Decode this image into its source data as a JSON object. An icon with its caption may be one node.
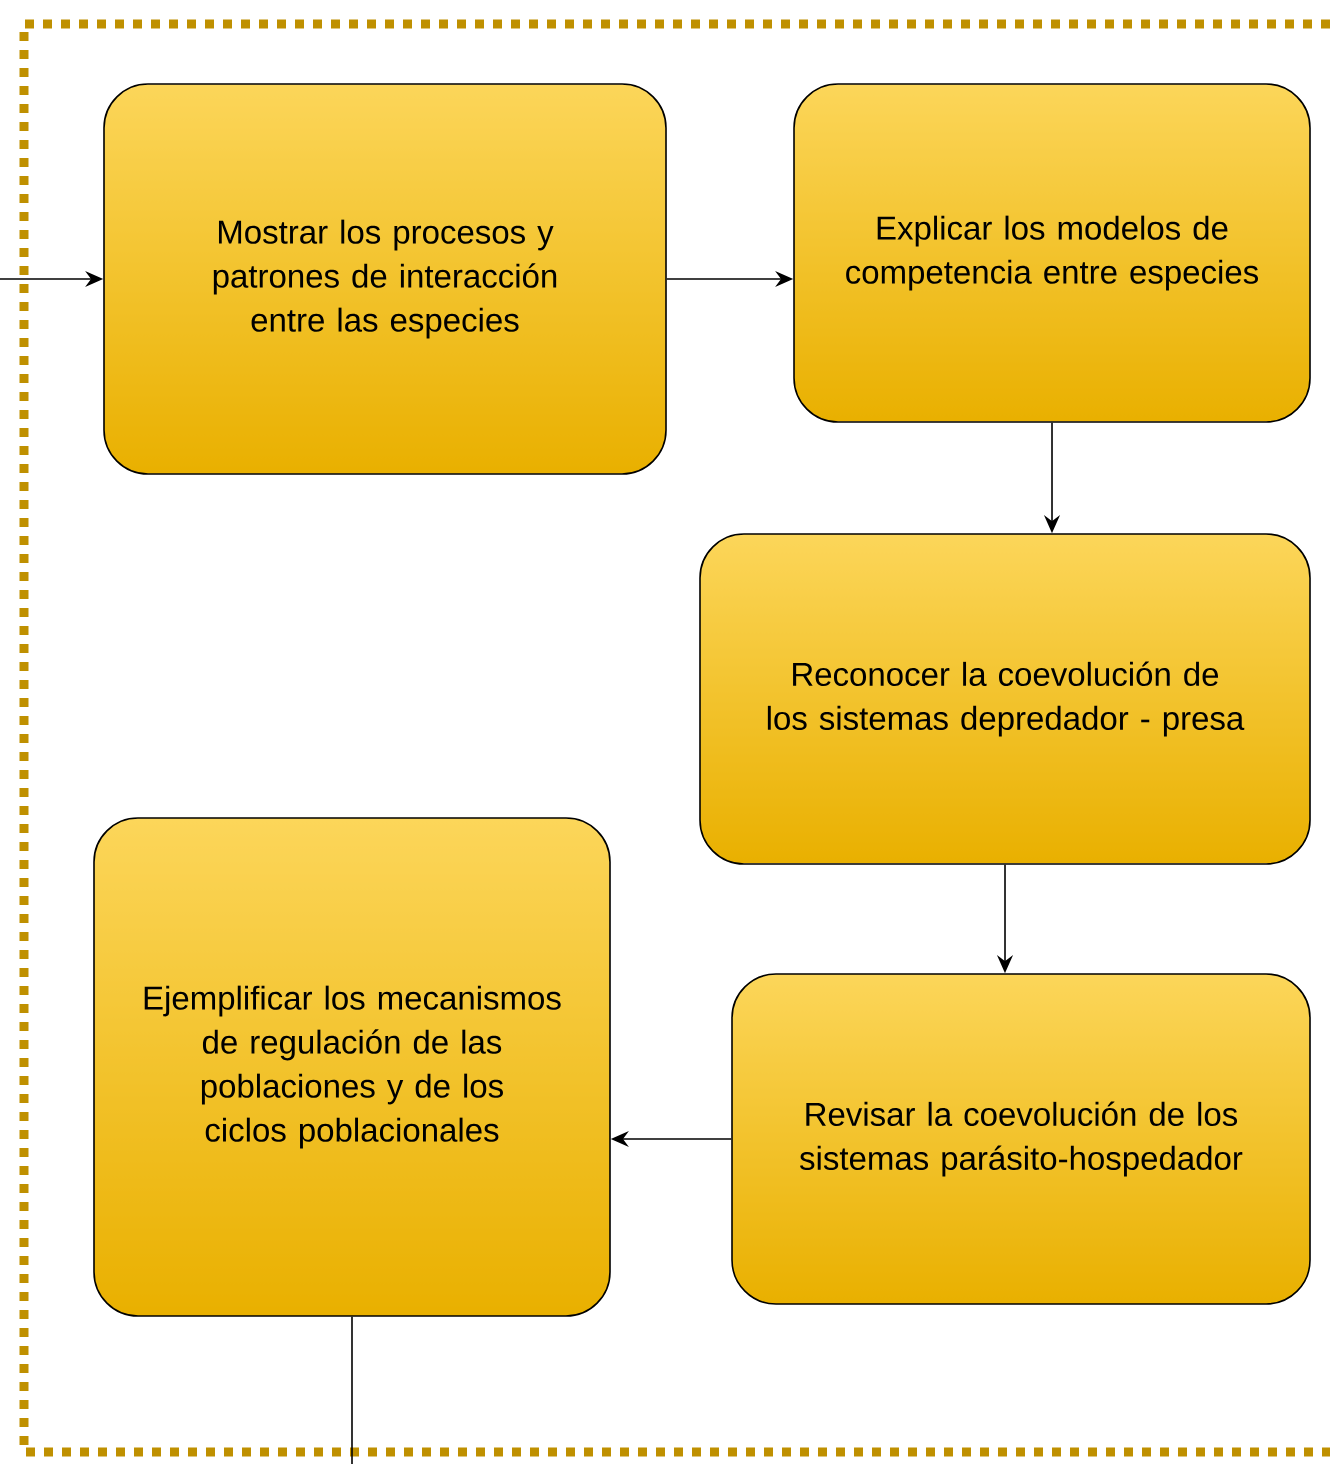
{
  "diagram": {
    "nodes": [
      {
        "text": [
          "Mostrar los procesos y patrones de interacción entre las especies"
        ]
      },
      {
        "text": [
          "Explicar los modelos de competencia entre especies"
        ]
      },
      {
        "text": [
          "Reconocer la coevolución de los sistemas depredador - presa"
        ]
      },
      {
        "text": [
          "Revisar la coevolución de los sistemas parásito-hospedador"
        ]
      },
      {
        "text": [
          "Ejemplificar los mecanismos de regulación de las poblaciones y de los ciclos poblacionales"
        ]
      }
    ],
    "edges": [
      {
        "from": null,
        "to": 0,
        "arrow": "to"
      },
      {
        "from": 0,
        "to": 1,
        "arrow": "to"
      },
      {
        "from": 1,
        "to": 2,
        "arrow": "to"
      },
      {
        "from": 2,
        "to": 3,
        "arrow": "to"
      },
      {
        "from": 3,
        "to": 4,
        "arrow": "to"
      },
      {
        "from": 4,
        "to": null,
        "arrow": "none"
      }
    ]
  }
}
